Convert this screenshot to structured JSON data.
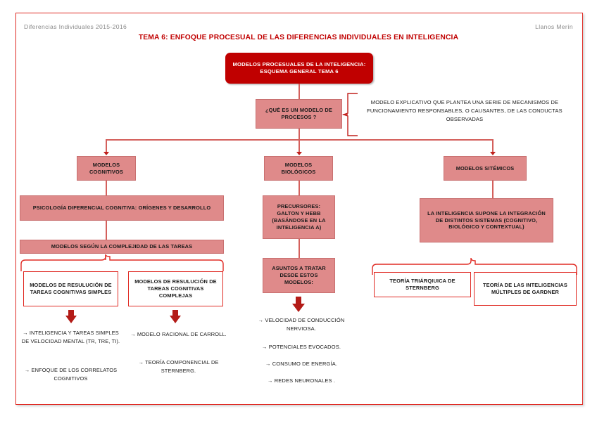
{
  "page": {
    "header_left": "Diferencias Individuales 2015-2016",
    "header_right": "Llanos Merín",
    "title": "TEMA 6: ENFOQUE PROCESUAL DE LAS DIFERENCIAS INDIVIDUALES EN INTELIGENCIA",
    "colors": {
      "frame_border": "#e02b24",
      "title_red": "#c00000",
      "box_dark": "#c00000",
      "box_pink": "#df8a8a",
      "box_white_border": "#e02b24",
      "connector": "#d4605c",
      "arrow": "#c0201c",
      "header_gray": "#8a8a8a"
    }
  },
  "nodes": {
    "root": "MODELOS PROCESUALES DE LA INTELIGENCIA: ESQUEMA GENERAL TEMA 6",
    "question": "¿QUÉ ES UN MODELO DE PROCESOS ?",
    "answer": "MODELO EXPLICATIVO QUE PLANTEA UNA SERIE DE MECANISMOS DE FUNCIONAMIENTO RESPONSABLES, O CAUSANTES, DE LAS CONDUCTAS OBSERVADAS",
    "branches": [
      {
        "id": "cognitivos",
        "head": "MODELOS COGNITIVOS",
        "level2": "PSICOLOGÍA DIFERENCIAL COGNITIVA: ORÍGENES Y DESARROLLO",
        "level3": "MODELOS SEGÚN LA COMPLEJIDAD DE LAS TAREAS",
        "leaves": [
          {
            "title": "MODELOS DE RESULUCIÓN DE TAREAS COGNITIVAS SIMPLES",
            "bullets": [
              "→ INTELIGENCIA Y TAREAS SIMPLES DE VELOCIDAD MENTAL (TR, TRE, TI).",
              "→ ENFOQUE DE LOS CORRELATOS COGNITIVOS"
            ]
          },
          {
            "title": "MODELOS DE RESULUCIÓN DE TAREAS COGNITIVAS COMPLEJAS",
            "bullets": [
              "→ MODELO RACIONAL DE CARROLL.",
              "→ TEORÍA COMPONENCIAL DE STERNBERG."
            ]
          }
        ]
      },
      {
        "id": "biologicos",
        "head": "MODELOS BIOLÓGICOS",
        "level2": "PRECURSORES: GALTON Y HEBB (BASÁNDOSE EN LA INTELIGENCIA A)",
        "level3": "ASUNTOS A TRATAR DESDE ESTOS MODELOS:",
        "bullets": [
          "→ VELOCIDAD DE CONDUCCIÓN NERVIOSA.",
          "→ POTENCIALES EVOCADOS.",
          "→ CONSUMO DE ENERGÍA.",
          "→ REDES NEURONALES ."
        ]
      },
      {
        "id": "sitemicos",
        "head": "MODELOS SITÉMICOS",
        "level2": "LA INTELIGENCIA SUPONE LA INTEGRACIÓN DE DISTINTOS SISTEMAS (COGNITIVO, BIOLÓGICO Y CONTEXTUAL)",
        "leaves": [
          {
            "title": "TEORÍA TRIÁRQIUICA DE STERNBERG"
          },
          {
            "title": "TEORÍA DE LAS INTELIGENCIAS MÚLTIPLES DE GARDNER"
          }
        ]
      }
    ]
  }
}
